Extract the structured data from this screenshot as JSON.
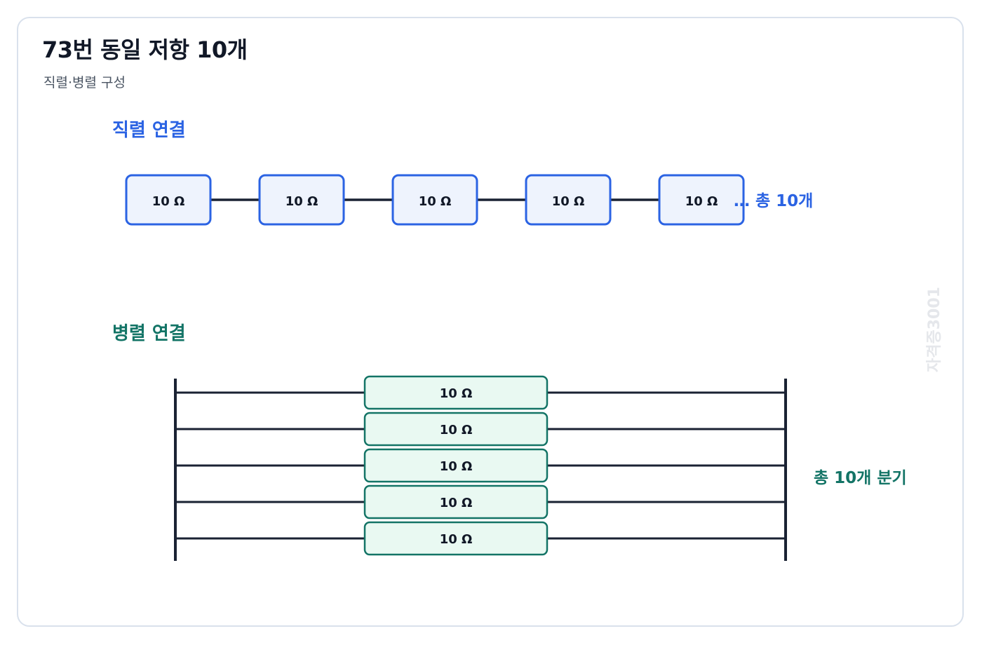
{
  "title": "73번 동일 저항 10개",
  "subtitle": "직렬·병렬 구성",
  "colors": {
    "series_accent": "#2b63e3",
    "series_fill": "#eef3fd",
    "parallel_accent": "#137466",
    "parallel_fill": "#e9f9f2",
    "wire": "#1a2233"
  },
  "series": {
    "heading": "직렬 연결",
    "resistors": [
      "10 Ω",
      "10 Ω",
      "10 Ω",
      "10 Ω",
      "10 Ω"
    ],
    "note": "… 총 10개"
  },
  "parallel": {
    "heading": "병렬 연결",
    "resistors": [
      "10 Ω",
      "10 Ω",
      "10 Ω",
      "10 Ω",
      "10 Ω"
    ],
    "note": "총 10개 분기"
  },
  "watermark": "자격증3001"
}
